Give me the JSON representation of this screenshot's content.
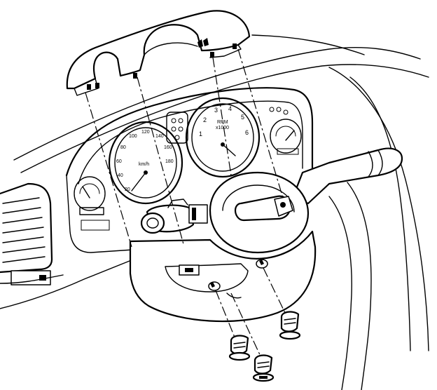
{
  "gauges": {
    "speedometer": {
      "ticks": [
        "20",
        "40",
        "60",
        "80",
        "100",
        "120",
        "140",
        "160",
        "180"
      ],
      "unit": "km/h"
    },
    "tachometer": {
      "ticks": [
        "1",
        "2",
        "3",
        "4",
        "5",
        "6"
      ],
      "unit_line1": "RPM",
      "unit_line2": "x1000"
    }
  }
}
